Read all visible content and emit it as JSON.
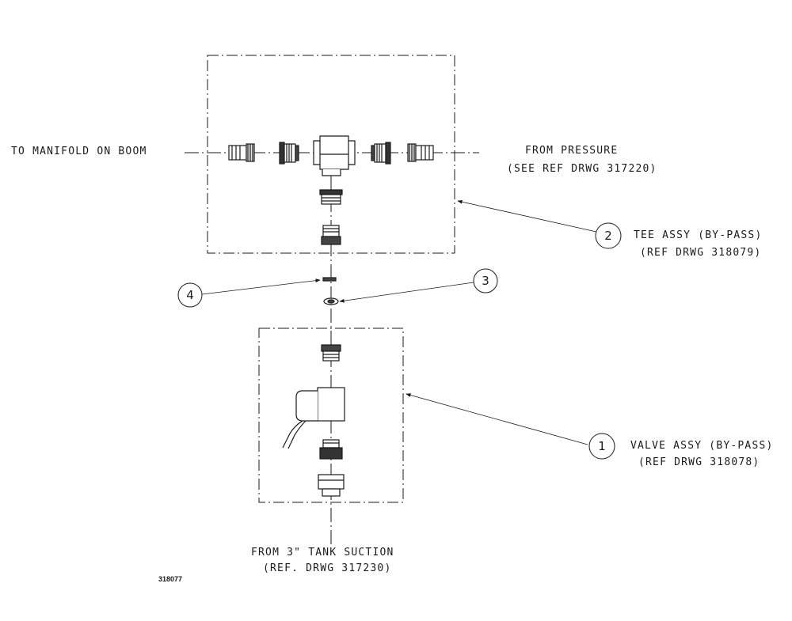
{
  "labels": {
    "to_manifold": "TO MANIFOLD ON BOOM",
    "from_pressure": "FROM PRESSURE",
    "from_pressure_ref": "(SEE REF DRWG 317220)",
    "tee_assy": "TEE ASSY (BY-PASS)",
    "tee_assy_ref": "(REF DRWG 318079)",
    "valve_assy": "VALVE ASSY (BY-PASS)",
    "valve_assy_ref": "(REF DRWG 318078)",
    "from_tank": "FROM 3\" TANK SUCTION",
    "from_tank_ref": "(REF. DRWG 317230)",
    "drawing_number": "318077"
  },
  "callouts": {
    "one": "1",
    "two": "2",
    "three": "3",
    "four": "4"
  },
  "colors": {
    "line": "#1a1a1a",
    "paper": "#ffffff"
  }
}
